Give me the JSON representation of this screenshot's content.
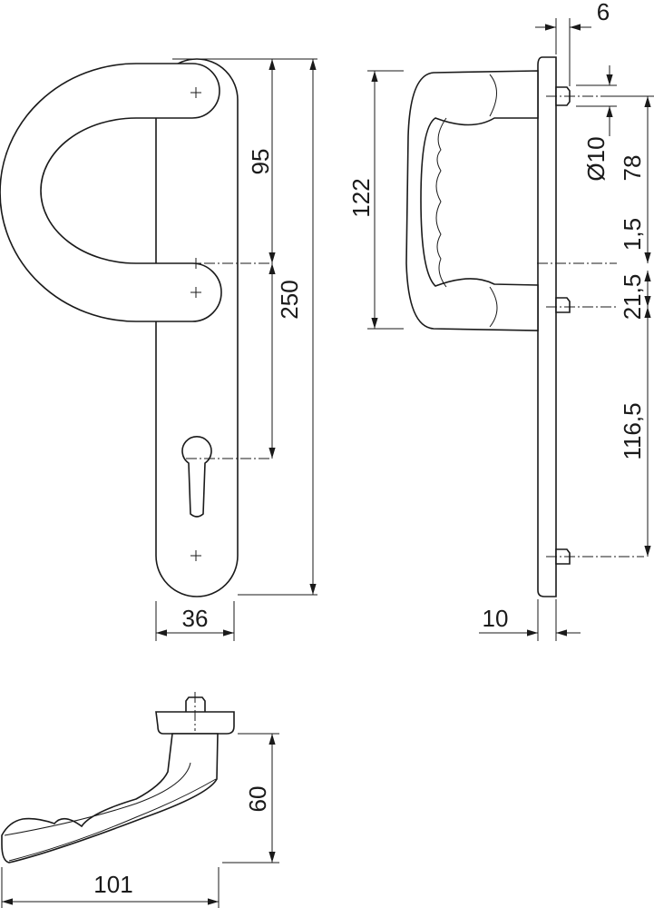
{
  "drawing": {
    "front_view": {
      "width_label": "36",
      "upper_distance_label": "95",
      "total_height_label": "250"
    },
    "side_view": {
      "handle_height_label": "122",
      "pin_width_label": "6",
      "pin_diameter_label": "Ø10",
      "upper_pitch_label": "78",
      "offset_label": "1,5",
      "mid_pitch_label": "21,5",
      "lower_pitch_label": "116,5",
      "plate_thickness_label": "10"
    },
    "lever_view": {
      "projection_label": "60",
      "length_label": "101"
    }
  }
}
